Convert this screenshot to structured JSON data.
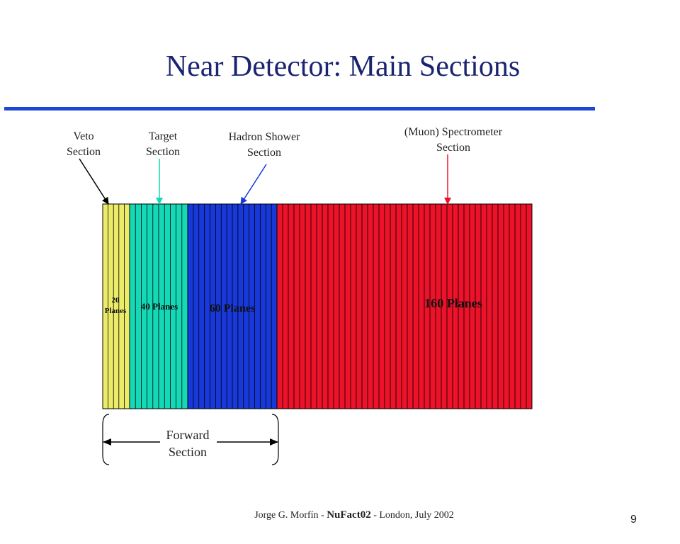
{
  "slide": {
    "title": "Near Detector: Main Sections",
    "page_number": "9"
  },
  "labels": {
    "veto": [
      "Veto",
      "Section"
    ],
    "target": [
      "Target",
      "Section"
    ],
    "hadron": [
      "Hadron Shower",
      "Section"
    ],
    "muon": [
      "(Muon) Spectrometer",
      "Section"
    ],
    "forward": [
      "Forward",
      "Section"
    ]
  },
  "sections": [
    {
      "name": "veto",
      "planes_label": [
        "20",
        "Planes"
      ],
      "color": "#ecec6a",
      "stripes": 5
    },
    {
      "name": "target",
      "planes_label": [
        "40 Planes"
      ],
      "color": "#14d9b7",
      "stripes": 10
    },
    {
      "name": "hadron",
      "planes_label": [
        "60 Planes"
      ],
      "color": "#1838da",
      "stripes": 16
    },
    {
      "name": "muon",
      "planes_label": [
        "160 Planes"
      ],
      "color": "#ec1229",
      "stripes": 45
    }
  ],
  "arrow_colors": {
    "veto": "#000000",
    "target": "#14d9b7",
    "hadron": "#1838da",
    "muon": "#ec1229"
  },
  "footer": {
    "author": "Jorge G. Morfín - ",
    "event": "NuFact02",
    "location": " - London, July 2002"
  }
}
